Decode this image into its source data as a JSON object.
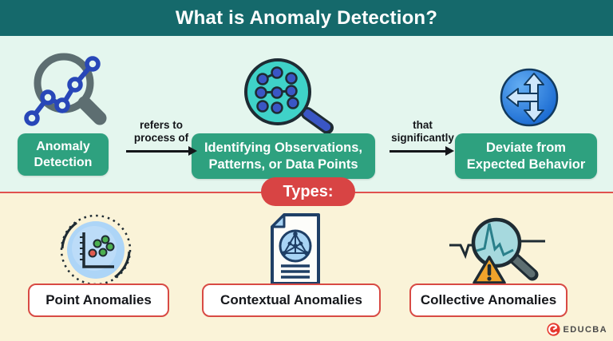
{
  "header": {
    "title": "What is Anomaly Detection?"
  },
  "flow": {
    "steps": [
      {
        "label": "Anomaly Detection",
        "icon": "magnifier-line-chart-icon"
      },
      {
        "label": "Identifying Observations, Patterns, or Data Points",
        "icon": "magnifier-network-icon"
      },
      {
        "label": "Deviate from Expected Behavior",
        "icon": "deviate-arrows-icon"
      }
    ],
    "connectors": [
      {
        "line1": "refers to",
        "line2": "process of"
      },
      {
        "line1": "that",
        "line2": "significantly"
      }
    ]
  },
  "types": {
    "badge": "Types:",
    "items": [
      {
        "label": "Point Anomalies",
        "icon": "scatter-plot-icon"
      },
      {
        "label": "Contextual Anomalies",
        "icon": "document-network-icon"
      },
      {
        "label": "Collective Anomalies",
        "icon": "magnifier-waveform-warning-icon"
      }
    ]
  },
  "footer": {
    "brand": "EDUCBA"
  },
  "colors": {
    "header_bg": "#15696b",
    "top_bg": "#e4f6ee",
    "bottom_bg": "#faf3d8",
    "step_button": "#2ea17f",
    "accent_red": "#d84444",
    "divider_red": "#e0514e",
    "icon_blue": "#3a56c5",
    "icon_turquoise": "#3fd2c8",
    "warning_orange": "#f0a32b"
  }
}
